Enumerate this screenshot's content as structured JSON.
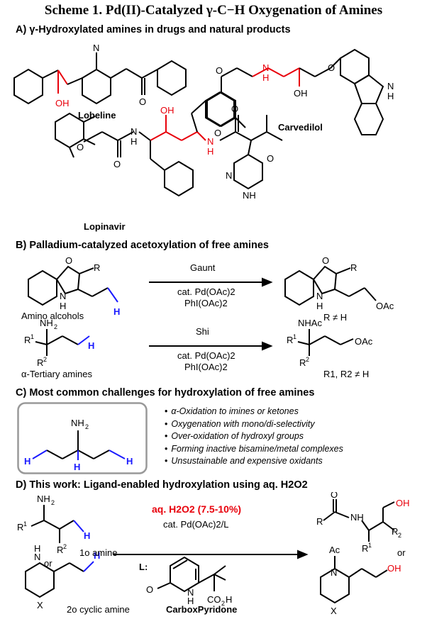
{
  "title": "Scheme 1. Pd(II)-Catalyzed γ-C−H Oxygenation of Amines",
  "sectionA": {
    "heading": "A) γ-Hydroxylated amines in drugs and natural products",
    "lobeline": "Lobeline",
    "carvedilol": "Carvedilol",
    "lopinavir": "Lopinavir"
  },
  "sectionB": {
    "heading": "B) Palladium-catalyzed acetoxylation of free amines",
    "row1": {
      "reagent": "Gaunt",
      "cond1": "cat. Pd(OAc)2",
      "cond2": "PhI(OAc)2",
      "substrate": "Amino alcohols",
      "product_note": "R ≠ H"
    },
    "row2": {
      "reagent": "Shi",
      "cond1": "cat. Pd(OAc)2",
      "cond2": "PhI(OAc)2",
      "substrate": "α-Tertiary amines",
      "product_note": "R1, R2 ≠ H"
    }
  },
  "sectionC": {
    "heading": "C) Most common challenges for hydroxylation of free amines",
    "items": [
      "α-Oxidation to imines or ketones",
      "Oxygenation with mono/di-selectivity",
      "Over-oxidation of hydroxyl groups",
      "Forming inactive bisamine/metal complexes",
      "Unsustainable and expensive oxidants"
    ]
  },
  "sectionD": {
    "heading": "D) This work: Ligand-enabled hydroxylation using aq. H2O2",
    "oxidant": "aq. H2O2 (7.5-10%)",
    "catalyst": "cat. Pd(OAc)2/L",
    "ligand_label": "L:",
    "ligand_name": "CarboxPyridone",
    "primary": "1o amine",
    "or": "or",
    "secondary": "2o cyclic amine"
  },
  "colors": {
    "highlight": "#e8000b",
    "ch_bond": "#1a1aff",
    "box": "#999999"
  }
}
